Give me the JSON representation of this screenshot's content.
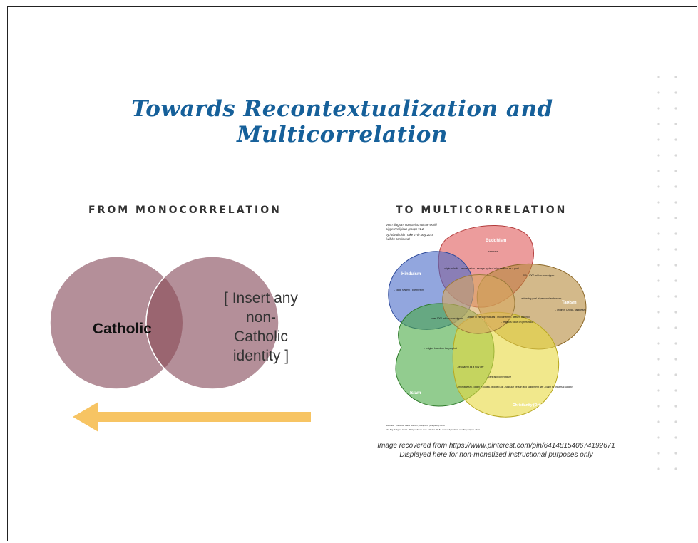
{
  "slide": {
    "title": "Towards Recontextualization and Multicorrelation",
    "left_heading": "FROM MONOCORRELATION",
    "right_heading": "TO MULTICORRELATION"
  },
  "venn_left": {
    "left_label": "Catholic",
    "right_label_lines": [
      "[ Insert any",
      "non-",
      "Catholic",
      "identity ]"
    ],
    "circle_color": "#b48f99",
    "overlap_color": "#9a6570",
    "arrow_color": "#f7c463",
    "arrow_direction": "left"
  },
  "venn_right": {
    "header_lines": [
      "Venn diagram comparison of the world",
      "biggest religious groups v1.2",
      "by /u/anditdidn'tTake 27th May 2018",
      "(will be continued)"
    ],
    "religions": [
      {
        "name": "Buddhism",
        "color": "#e05a5a"
      },
      {
        "name": "Hinduism",
        "color": "#4a6ac8"
      },
      {
        "name": "Taoism",
        "color": "#b58a3c"
      },
      {
        "name": "Islam",
        "color": "#4aaa44"
      },
      {
        "name": "Christianity (Orthodoxy/ Catholicism)",
        "color": "#e8d840"
      }
    ],
    "notes": [
      "- samsara -",
      "- origin in India - reincarnation - escape cycle of reincarnation as a goal",
      "- caste system - polytheism",
      "- 400 - 4000 million worshipper",
      "- achieving goal at personal endeavour",
      "- origin in China - pantheism",
      "- belief in the supernatural - monotheism - heaven and hell",
      "- over 1000 million worshippers",
      "- religious focus on priesthood",
      "- religion based on the prophet",
      "- jerusalem as a holy city",
      "- central prophet figure",
      "- monotheism - origin in Judea, Middle East - singular person and judgement day - claim to universal validity"
    ],
    "footer_lines": [
      "Sources: 'The Book that's Human', 'Religions' (wikipedia) 2018",
      "The Big Religion Chart - ReligionFacts.com - 27 Apr 2018 - www.religionfacts.com/big-religion-chart"
    ]
  },
  "captions": {
    "line1": "Image recovered from https://www.pinterest.com/pin/641481540674192671",
    "line2": "Displayed here for non-monetized instructional purposes only"
  }
}
